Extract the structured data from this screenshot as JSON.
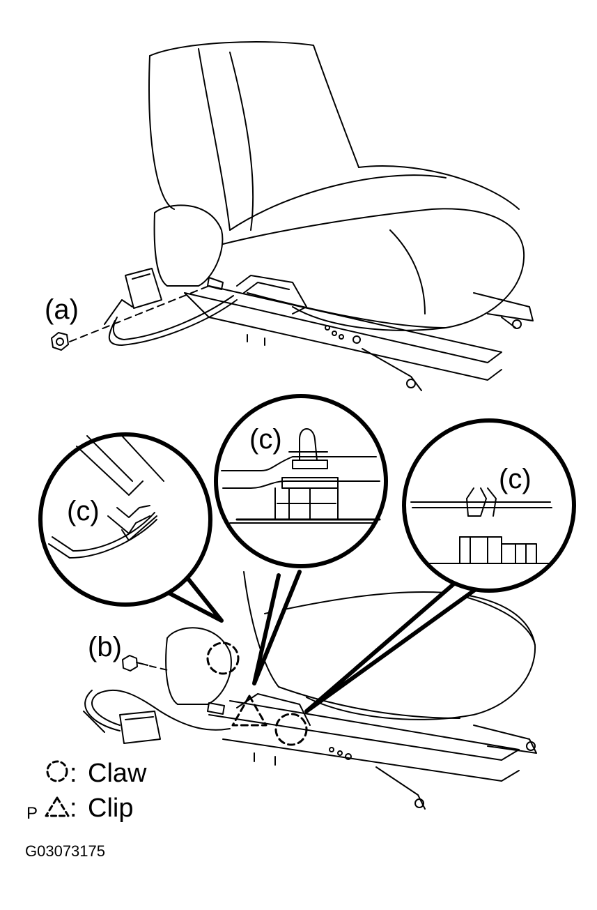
{
  "labels": {
    "a": "(a)",
    "b": "(b)",
    "c1": "(c)",
    "c2": "(c)",
    "c3": "(c)"
  },
  "legend": {
    "claw": "Claw",
    "claw_sep": ":",
    "clip": "Clip",
    "clip_sep": ":",
    "clip_prefix": "P"
  },
  "figure_code": "G03073175"
}
